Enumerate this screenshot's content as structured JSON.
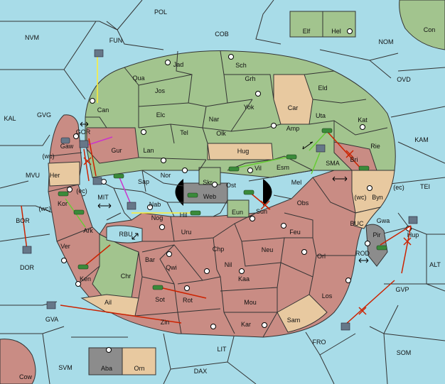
{
  "colors": {
    "sea": "#a8dce8",
    "green": "#a2c48e",
    "red": "#c98c84",
    "tan": "#e8c9a0",
    "grey": "#8c8c8c",
    "border": "#333333",
    "order_move": "#cc2200",
    "order_support": "#ffee33",
    "order_convoy": "#66cc33",
    "order_retreat": "#cc33cc"
  },
  "sea_labels": {
    "pol": "POL",
    "nvm": "NVM",
    "fun": "FUN",
    "cob": "COB",
    "nom": "NOM",
    "con": "Con",
    "ovd": "OVD",
    "kal": "KAL",
    "gvg": "GVG",
    "kam": "KAM",
    "mvu": "MVU",
    "tei": "TEI",
    "bor": "BOR",
    "dor": "DOR",
    "mit": "MIT",
    "rbu": "RBU",
    "sma": "SMA",
    "buc": "BUC",
    "rod": "ROD",
    "alt": "ALT",
    "gvp": "GVP",
    "gva": "GVA",
    "fro": "FRO",
    "som": "SOM",
    "lit": "LIT",
    "svm": "SVM",
    "dax": "DAX",
    "cow": "Cow"
  },
  "land_labels": {
    "elf": "Elf",
    "hel": "Hel",
    "jad": "Jad",
    "sch": "Sch",
    "qua": "Qua",
    "jos": "Jos",
    "grh": "Grh",
    "car": "Car",
    "eld": "Eld",
    "yok": "Yok",
    "can": "Can",
    "elc": "Elc",
    "nar": "Nar",
    "uta": "Uta",
    "kat": "Kat",
    "amp": "Amp",
    "tel": "Tel",
    "olk": "Olk",
    "gaw": "Gaw",
    "gur": "Gur",
    "lan": "Lan",
    "hug": "Hug",
    "rie": "Rie",
    "bri": "Bri",
    "her": "Her",
    "nor": "Nor",
    "vil": "Vil",
    "esm": "Esm",
    "skr": "Skr",
    "ost": "Ost",
    "mel": "Mel",
    "sap": "Sap",
    "web": "Web",
    "byn": "Byn",
    "kor": "Kor",
    "nab": "Nab",
    "eun": "Eun",
    "sun": "Sun",
    "obs": "Obs",
    "hil": "Hil",
    "gwa": "Gwa",
    "ark": "Ark",
    "nog": "Nog",
    "pir": "Pir",
    "hup": "Hup",
    "uru": "Uru",
    "feu": "Feu",
    "chp": "Chp",
    "neu": "Neu",
    "ver": "Ver",
    "bar": "Bar",
    "qwi": "Qwi",
    "nil": "Nil",
    "orl": "Orl",
    "ken": "Ken",
    "chr": "Chr",
    "kaa": "Kaa",
    "sot": "Sot",
    "rot": "Rot",
    "los": "Los",
    "ail": "Ail",
    "mou": "Mou",
    "zin": "Zin",
    "kar": "Kar",
    "sam": "Sam",
    "aba": "Aba",
    "orn": "Orn"
  },
  "coast_tags": {
    "gor": "GOR",
    "wc1": "(wc)",
    "ec1": "(ec)",
    "wc2": "(wc)",
    "wc3": "(wc)",
    "ec2": "(ec)"
  }
}
